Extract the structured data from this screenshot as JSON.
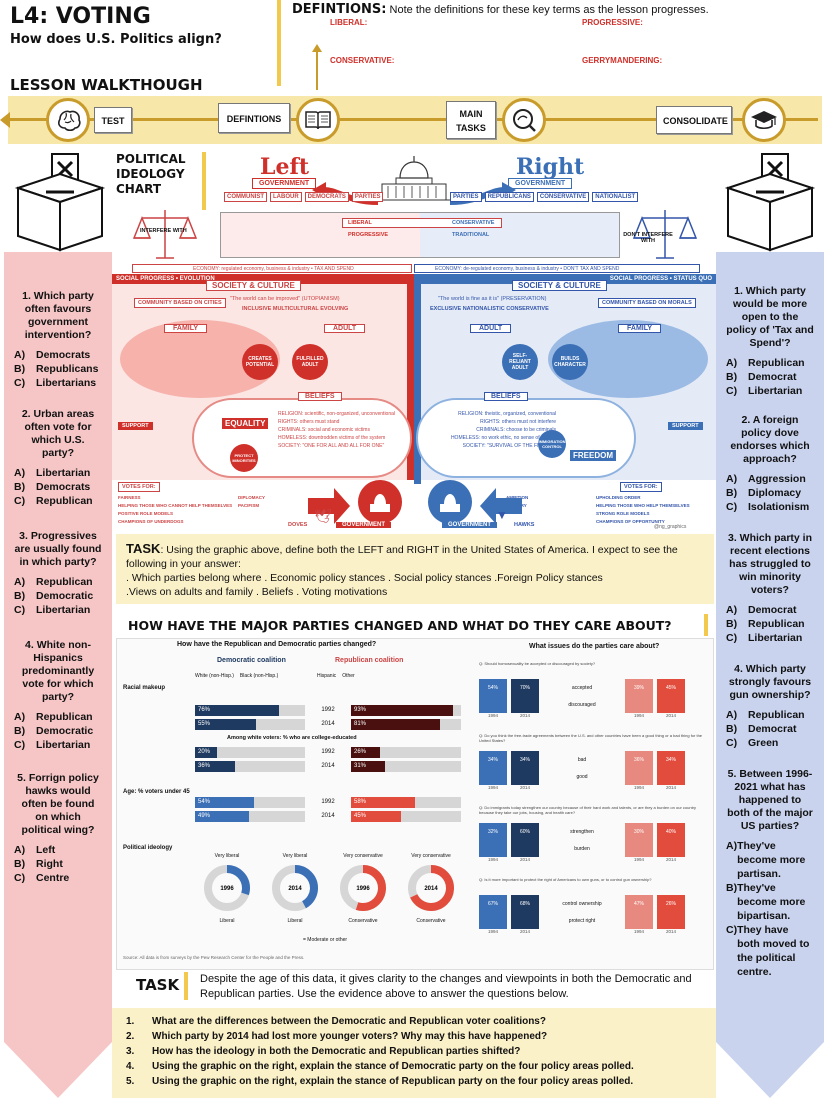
{
  "header": {
    "title": "L4: VOTING",
    "subtitle": "How does U.S. Politics align?",
    "definitions_title": "DEFINTIONS:",
    "definitions_note": "Note the definitions for these key terms as the lesson progresses.",
    "terms": [
      "LIBERAL:",
      "PROGRESSIVE:",
      "CONSERVATIVE:",
      "GERRYMANDERING:"
    ]
  },
  "walkthrough": {
    "title": "LESSON WALKTHOUGH",
    "steps": [
      "TEST",
      "DEFINTIONS",
      "MAIN TASKS",
      "CONSOLIDATE"
    ]
  },
  "chart": {
    "title": "POLITICAL IDEOLOGY CHART",
    "left_title": "Left",
    "right_title": "Right",
    "government": "GOVERNMENT",
    "left_parties": [
      "COMMUNIST",
      "LABOUR",
      "DEMOCRATS",
      "PARTIES"
    ],
    "right_parties": [
      "PARTIES",
      "REPUBLICANS",
      "CONSERVATIVE",
      "NATIONALIST"
    ],
    "liberal": "LIBERAL",
    "conservative": "CONSERVATIVE",
    "progressive": "PROGRESSIVE",
    "traditional": "TRADITIONAL",
    "interfere": "INTERFERE WITH",
    "dont_interfere": "DON'T INTERFERE WITH",
    "economy_left": "ECONOMY: regulated economy, business & industry • TAX AND SPEND",
    "economy_right": "ECONOMY: de-regulated economy, business & industry • DON'T TAX AND SPEND",
    "social_left": "SOCIAL PROGRESS • EVOLUTION",
    "social_right": "SOCIAL PROGRESS • STATUS QUO",
    "society": "SOCIETY & CULTURE",
    "community_left": "COMMUNITY BASED ON CITIES",
    "community_right": "COMMUNITY BASED ON MORALS",
    "world_left": "\"The world can be improved\" (UTOPIANISM)",
    "world_right": "\"The world is fine as it is\" (PRESERVATION)",
    "inclusive": "INCLUSIVE   MULTICULTURAL   EVOLVING",
    "exclusive": "EXCLUSIVE   NATIONALISTIC   CONSERVATIVE",
    "family": "FAMILY",
    "adult": "ADULT",
    "beliefs": "BELIEFS",
    "equality": "EQUALITY",
    "freedom": "FREEDOM",
    "fulfilled_adult": "FULFILLED ADULT",
    "self_reliant": "SELF-RELIANT ADULT",
    "creates_potential": "CREATES POTENTIAL",
    "builds_character": "BUILDS CHARACTER",
    "protect_minorities": "PROTECT MINORITIES",
    "immigration": "IMMIGRATION CONTROL",
    "beliefs_left": [
      "RELIGION: scientific, non-organized, unconventional",
      "RIGHTS: others must stand",
      "CRIMINALS: social and economic victims",
      "HOMELESS: downtrodden victims of the system",
      "SOCIETY: \"ONE FOR ALL AND ALL FOR ONE\""
    ],
    "beliefs_right": [
      "RELIGION: theistic, organized, conventional",
      "RIGHTS: others must not interfere",
      "CRIMINALS: choose to be criminals",
      "HOMELESS: no work ethic, no sense of shame",
      "SOCIETY: \"SURVIVAL OF THE FITTEST\""
    ],
    "votes_for": "VOTES FOR:",
    "votes_left": [
      "FAIRNESS",
      "HELPING THOSE WHO CANNOT HELP THEMSELVES",
      "POSITIVE ROLE MODELS",
      "CHAMPIONS OF UNDERDOGS"
    ],
    "votes_left2": [
      "DIPLOMACY",
      "PACIFISM"
    ],
    "votes_right": [
      "AMBITION",
      "MILITARY"
    ],
    "votes_right2": [
      "UPHOLDING ORDER",
      "HELPING THOSE WHO HELP THEMSELVES",
      "STRONG ROLE MODELS",
      "CHAMPIONS OF OPPORTUNITY"
    ],
    "doves": "DOVES",
    "hawks": "HAWKS",
    "support": "SUPPORT",
    "credit": "@ng_graphics"
  },
  "left_questions": [
    {
      "q": "1. Which party often favours government intervention?",
      "opts": [
        [
          "A)",
          "Democrats"
        ],
        [
          "B)",
          "Republicans"
        ],
        [
          "C)",
          "Libertarians"
        ]
      ]
    },
    {
      "q": "2. Urban areas often vote for which U.S. party?",
      "opts": [
        [
          "A)",
          "Libertarian"
        ],
        [
          "B)",
          "Democrats"
        ],
        [
          "C)",
          "Republican"
        ]
      ]
    },
    {
      "q": "3. Progressives are usually found in which party?",
      "opts": [
        [
          "A)",
          "Republican"
        ],
        [
          "B)",
          "Democratic"
        ],
        [
          "C)",
          "Libertarian"
        ]
      ]
    },
    {
      "q": "4. White non-Hispanics predominantly vote for which party?",
      "opts": [
        [
          "A)",
          "Republican"
        ],
        [
          "B)",
          "Democratic"
        ],
        [
          "C)",
          "Libertarian"
        ]
      ]
    },
    {
      "q": "5. Forrign policy hawks would often be found on which political wing?",
      "opts": [
        [
          "A)",
          "Left"
        ],
        [
          "B)",
          "Right"
        ],
        [
          "C)",
          "Centre"
        ]
      ]
    }
  ],
  "right_questions": [
    {
      "q": "1. Which party would be more open to the policy of 'Tax and Spend'?",
      "opts": [
        [
          "A)",
          "Republican"
        ],
        [
          "B)",
          "Democrat"
        ],
        [
          "C)",
          "Libertarian"
        ]
      ]
    },
    {
      "q": "2. A foreign policy dove endorses which approach?",
      "opts": [
        [
          "A)",
          "Aggression"
        ],
        [
          "B)",
          "Diplomacy"
        ],
        [
          "C)",
          "Isolationism"
        ]
      ]
    },
    {
      "q": "3. Which party in recent elections has struggled to win minority voters?",
      "opts": [
        [
          "A)",
          "Democrat"
        ],
        [
          "B)",
          "Republican"
        ],
        [
          "C)",
          "Libertarian"
        ]
      ]
    },
    {
      "q": "4. Which party strongly favours gun ownership?",
      "opts": [
        [
          "A)",
          "Republican"
        ],
        [
          "B)",
          "Democrat"
        ],
        [
          "C)",
          "Green"
        ]
      ]
    },
    {
      "q": "5. Between 1996-2021 what has happened to both of the major US parties?",
      "opts": [
        [
          "A)",
          "They've become more partisan."
        ],
        [
          "B)",
          "They've become more bipartisan."
        ],
        [
          "C)",
          "They have both moved to the political centre."
        ]
      ]
    }
  ],
  "task1": {
    "label": "TASK",
    "text": ":  Using the graphic above, define both the LEFT and RIGHT in the United States of America. I expect to see the following in your answer:",
    "line2": ". Which parties belong where . Economic policy stances . Social policy stances .Foreign Policy stances",
    "line3": ".Views on adults and family . Beliefs . Voting motivations"
  },
  "section_title": "HOW HAVE THE MAJOR PARTIES CHANGED AND WHAT DO THEY CARE ABOUT?",
  "pew": {
    "title": "How have the Republican and Democratic parties changed?",
    "dem": "Democratic coalition",
    "rep": "Republican coalition",
    "racial": "Racial makeup",
    "years": [
      "1992",
      "2014"
    ],
    "racial_dem": [
      "76%",
      "55%"
    ],
    "racial_rep": [
      "93%",
      "81%"
    ],
    "college_title": "Among white voters: % who are college-educated",
    "college_dem": [
      "20%",
      "36%"
    ],
    "college_rep": [
      "26%",
      "31%"
    ],
    "age_title": "Age: % voters under 45",
    "age_dem": [
      "54%",
      "49%"
    ],
    "age_rep": [
      "58%",
      "45%"
    ],
    "ideology": "Political ideology",
    "donuts": [
      "1996",
      "2014",
      "1996",
      "2014"
    ],
    "donut_labels": [
      "Liberal",
      "Liberal",
      "Conservative",
      "Conservative"
    ],
    "donut_top": [
      "Very liberal",
      "Very liberal",
      "Very conservative",
      "Very conservative"
    ],
    "moderate": "= Moderate or other",
    "legend": [
      "White (non-Hisp.)",
      "Black (non-Hisp.)",
      "Hispanic",
      "Other"
    ],
    "issues_title": "What issues do the parties care about?",
    "issues": [
      {
        "label": "Q: Should homosexuality be accepted or discouraged by society?",
        "a": "accepted",
        "b": "discouraged",
        "vals": [
          "54%",
          "70%",
          "39%",
          "45%"
        ]
      },
      {
        "label": "Q: Do you think the free-trade agreements between the U.S. and other countries have been a good thing or a bad thing for the United States?",
        "a": "bad",
        "b": "good",
        "vals": [
          "34%",
          "34%",
          "36%",
          "34%"
        ]
      },
      {
        "label": "Q: Do immigrants today strengthen our country because of their hard work and talents, or are they a burden on our country because they take our jobs, housing, and health care?",
        "a": "strengthen",
        "b": "burden",
        "vals": [
          "32%",
          "60%",
          "30%",
          "40%"
        ]
      },
      {
        "label": "Q: Is it more important to protect the right of Americans to own guns, or to control gun ownership?",
        "a": "control ownership",
        "b": "protect right",
        "vals": [
          "67%",
          "68%",
          "47%",
          "26%"
        ]
      }
    ],
    "issue_years": [
      "1994",
      "2014",
      "1994",
      "2014"
    ],
    "source": "Source: All data is from surveys by the Pew Research Center for the People and the Press."
  },
  "task2": {
    "label": "TASK",
    "text": "Despite the age of this data, it gives clarity to the changes and viewpoints in both the Democratic and Republican parties. Use the evidence above to answer the questions below.",
    "items": [
      "What are the differences between the Democratic and Republican voter coalitions?",
      "Which party by 2014 had lost more younger voters? Why may this have happened?",
      "How has the ideology in both the Democratic and Republican parties shifted?",
      "Using the graphic on the right, explain the stance of Democratic party on the four policy areas polled.",
      "Using the graphic on the right, explain the stance of Republican party on the four policy areas polled."
    ]
  },
  "colors": {
    "accent": "#f2c94c",
    "left_red": "#d0302a",
    "right_blue": "#3b6fb6",
    "pink_col": "#f6c6c6",
    "blue_col": "#c9d3ee",
    "dem_navy": "#1f3a60",
    "rep_maroon": "#4a1010"
  }
}
